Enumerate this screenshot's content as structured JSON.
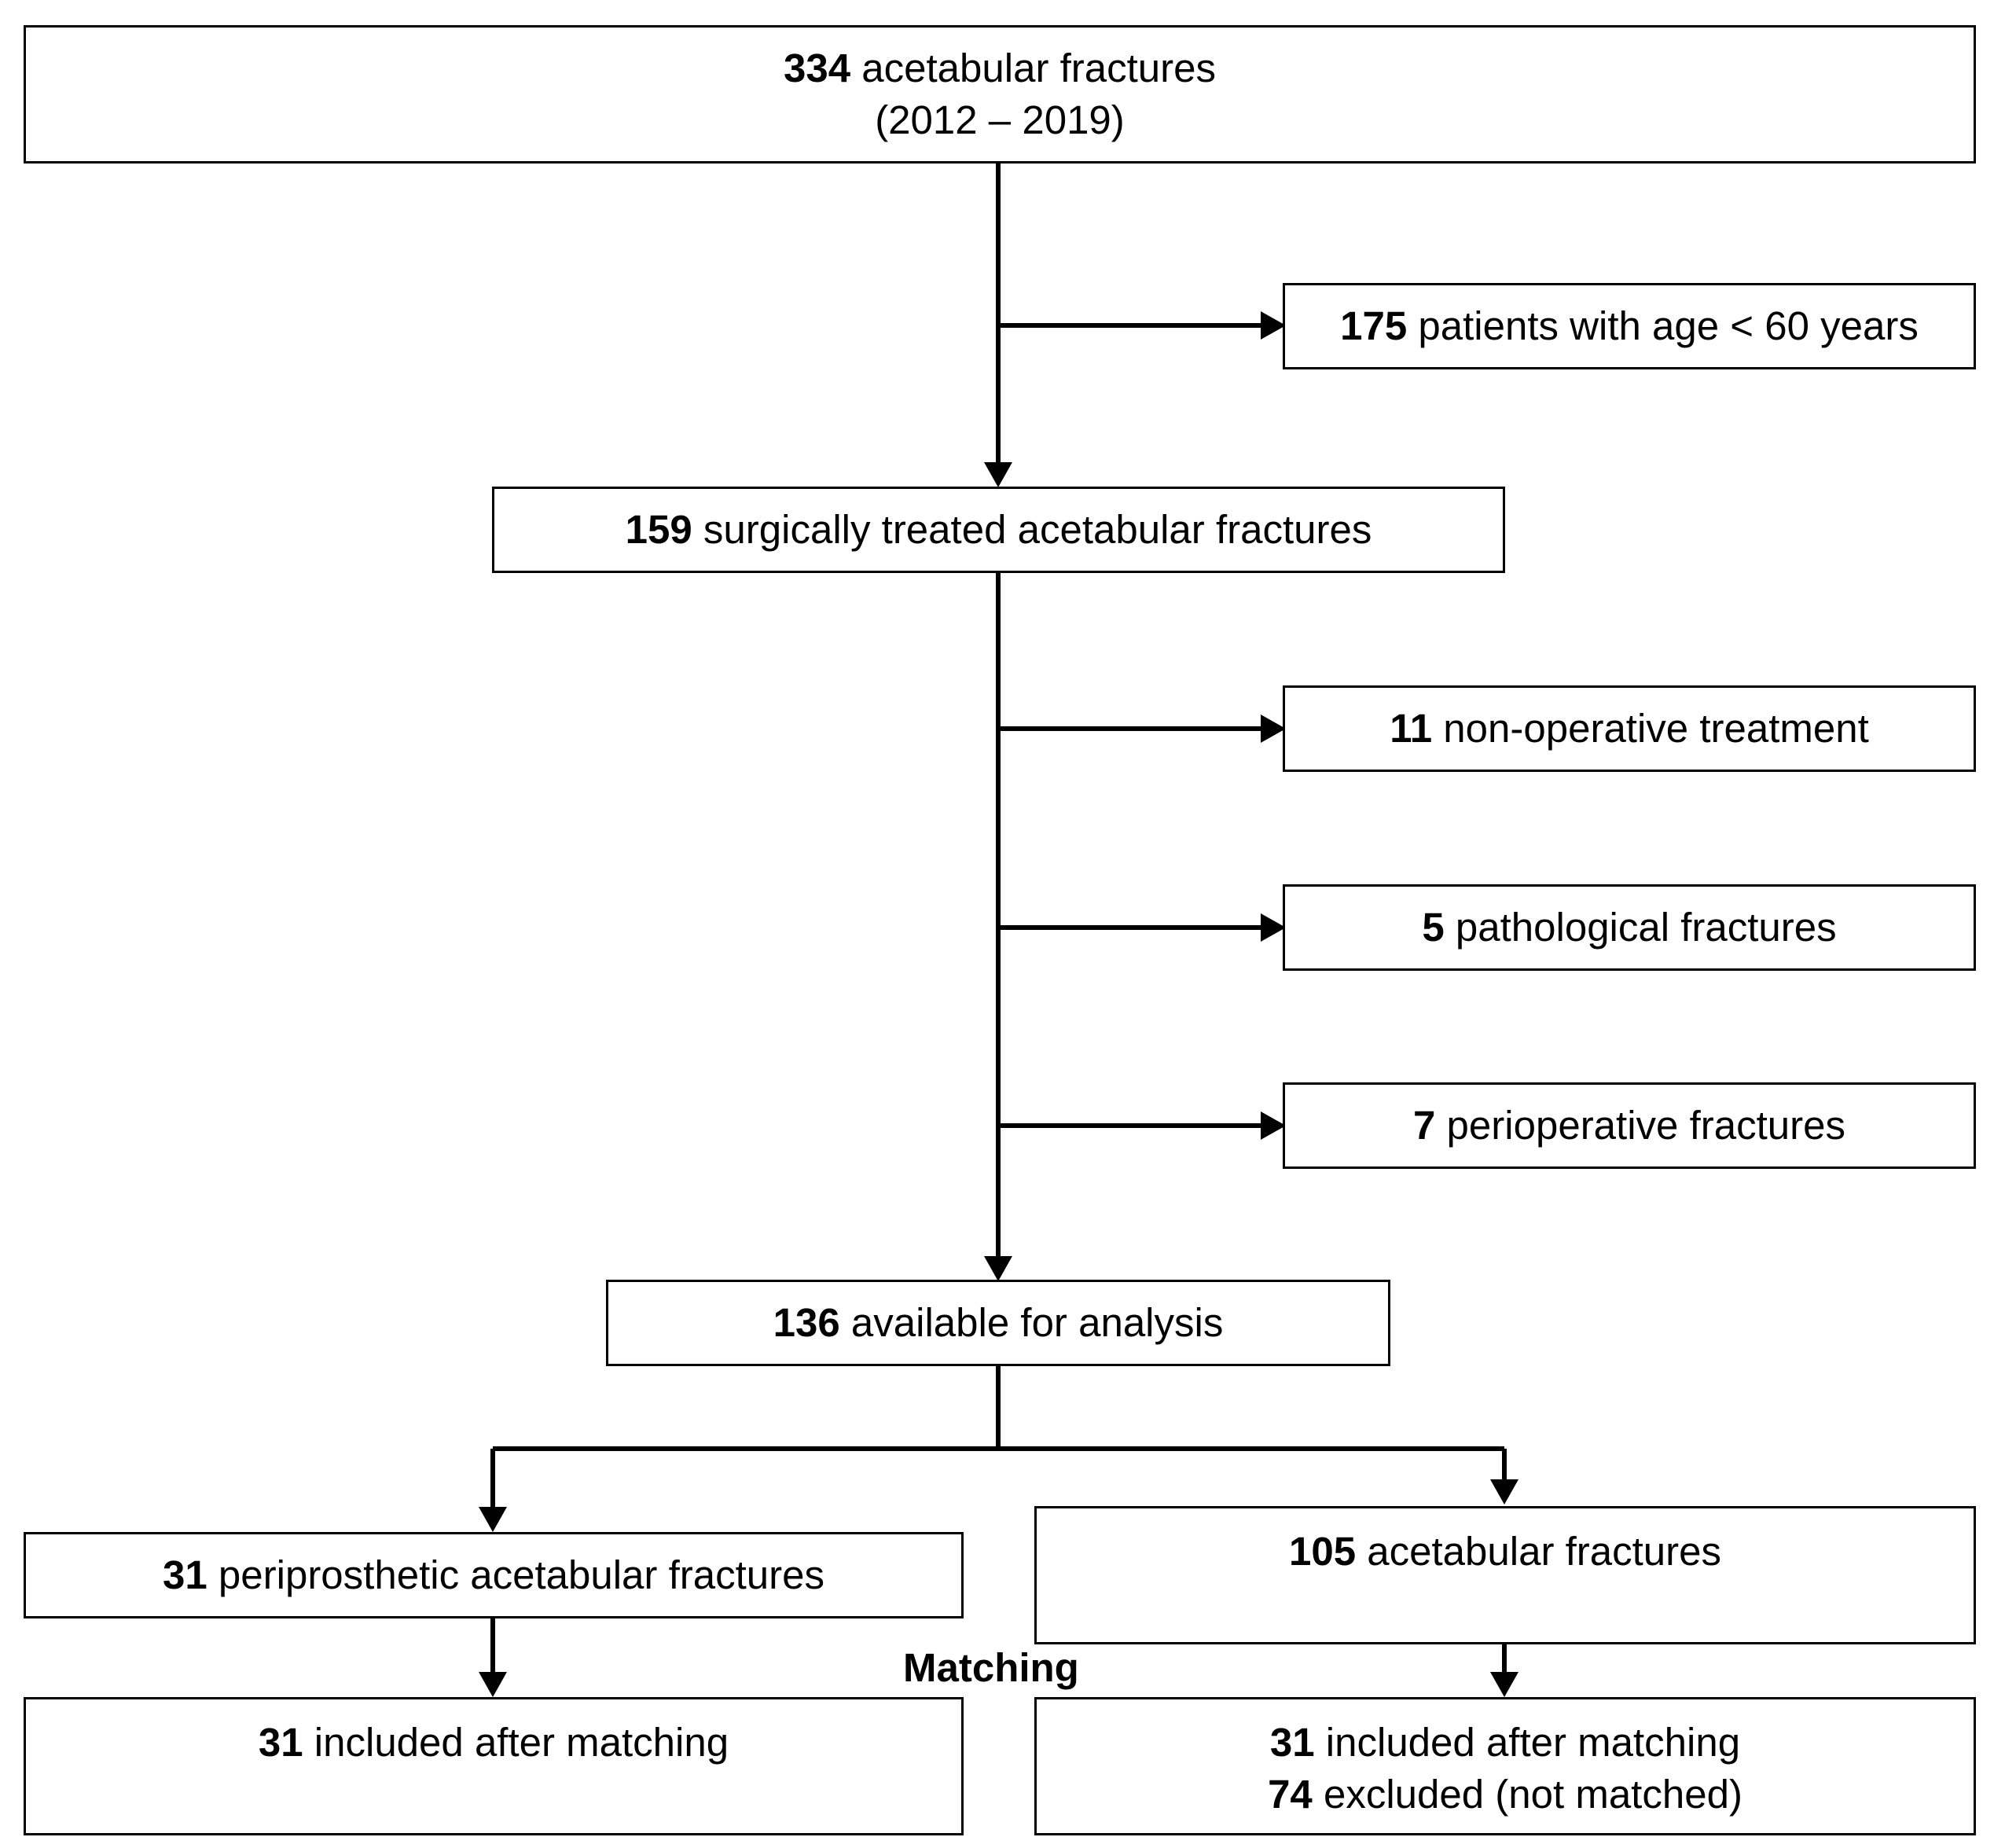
{
  "boxes": {
    "total": {
      "num": "334",
      "text": " acetabular fractures",
      "line2": "(2012 – 2019)"
    },
    "excl_age": {
      "num": "175",
      "text": " patients with age < 60 years"
    },
    "surgical": {
      "num": "159",
      "text": " surgically treated acetabular fractures"
    },
    "excl_nonop": {
      "num": "11",
      "text": " non-operative treatment"
    },
    "excl_path": {
      "num": "5",
      "text": " pathological fractures"
    },
    "excl_periop": {
      "num": "7",
      "text": " perioperative fractures"
    },
    "available": {
      "num": "136",
      "text": " available for analysis"
    },
    "periprosthetic": {
      "num": "31",
      "text": " periprosthetic acetabular fractures"
    },
    "acetabular": {
      "num": "105",
      "text": " acetabular fractures"
    },
    "left_matched": {
      "num": "31",
      "text": " included after matching"
    },
    "right_matched": {
      "num": "31",
      "text": " included after matching",
      "num2": "74",
      "text2": " excluded (not matched)"
    }
  },
  "matching_label": "Matching"
}
